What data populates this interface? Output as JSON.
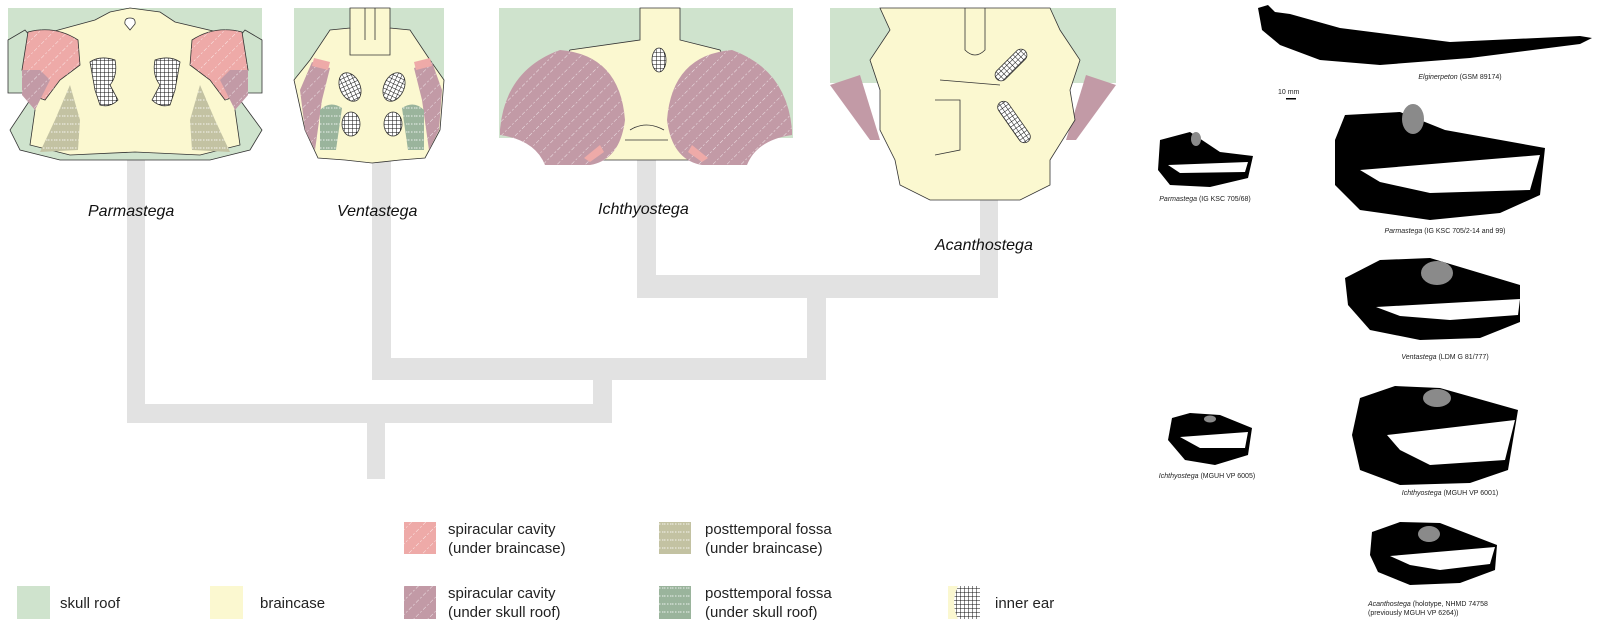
{
  "figure": {
    "colors": {
      "skull_roof": "#cfe3cd",
      "braincase": "#fbf8d0",
      "spiracular_under_braincase": "#eeaaa8",
      "spiracular_under_skull_roof": "#c29aa6",
      "posttemporal_under_braincase": "#c3c2a2",
      "posttemporal_under_skull_roof": "#9ab49c",
      "tree_branch": "#e2e2e2",
      "silhouette": "#000000",
      "orbit": "#8a8a8a",
      "outline": "#222222"
    },
    "taxa": [
      {
        "name": "Parmastega"
      },
      {
        "name": "Ventastega"
      },
      {
        "name": "Ichthyostega"
      },
      {
        "name": "Acanthostega"
      }
    ],
    "legend": [
      {
        "key": "skull_roof",
        "label_1": "skull roof",
        "label_2": ""
      },
      {
        "key": "braincase",
        "label_1": "braincase",
        "label_2": ""
      },
      {
        "key": "spiracular_under_braincase",
        "label_1": "spiracular cavity",
        "label_2": "(under braincase)"
      },
      {
        "key": "spiracular_under_skull_roof",
        "label_1": "spiracular cavity",
        "label_2": "(under skull roof)"
      },
      {
        "key": "posttemporal_under_braincase",
        "label_1": "posttemporal fossa",
        "label_2": "(under braincase)"
      },
      {
        "key": "posttemporal_under_skull_roof",
        "label_1": "posttemporal fossa",
        "label_2": "(under skull roof)"
      },
      {
        "key": "inner_ear",
        "label_1": "inner ear",
        "label_2": ""
      }
    ],
    "silhouettes": [
      {
        "genus": "Elginerpeton",
        "specimen": "(GSM 89174)"
      },
      {
        "genus": "Parmastega",
        "specimen": "(IG KSC 705/68)"
      },
      {
        "genus": "Parmastega",
        "specimen": "(IG KSC 705/2-14 and 99)"
      },
      {
        "genus": "Ventastega",
        "specimen": "(LDM G 81/777)"
      },
      {
        "genus": "Ichthyostega",
        "specimen": "(MGUH VP 6005)"
      },
      {
        "genus": "Ichthyostega",
        "specimen": "(MGUH VP 6001)"
      },
      {
        "genus": "Acanthostega",
        "specimen": "(holotype, NHMD 74758",
        "specimen_2": "(previously MGUH VP 6264))"
      }
    ],
    "scale_bar": "10 mm"
  }
}
